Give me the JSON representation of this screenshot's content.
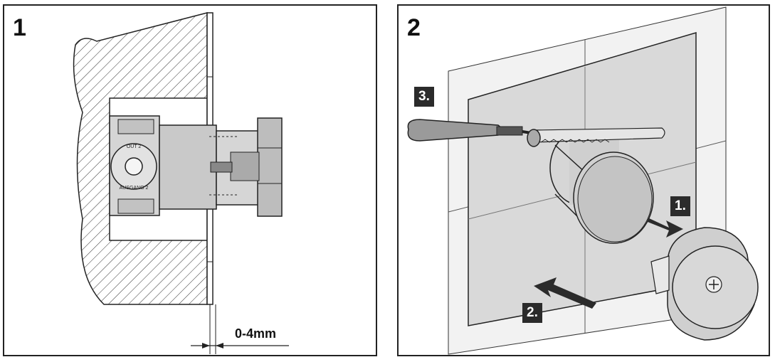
{
  "panels": [
    {
      "number": "1",
      "dimension_label": "0-4mm"
    },
    {
      "number": "2",
      "steps": [
        "1.",
        "2.",
        "3."
      ]
    }
  ],
  "colors": {
    "ink": "#222222",
    "badge": "#2b2b2b",
    "tile": "#ececec",
    "panel_bg": "#d9d9d9",
    "part": "#bfbfbf"
  },
  "icons": [
    "screwdriver-icon",
    "saw-blade-icon",
    "cover-cap-icon",
    "arrow-icon"
  ]
}
